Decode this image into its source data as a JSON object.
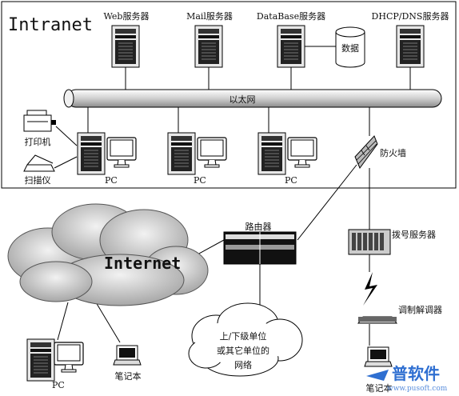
{
  "intranet": {
    "title": "Intranet",
    "ethernet_label": "以太网",
    "servers": [
      {
        "label": "Web服务器"
      },
      {
        "label": "Mail服务器"
      },
      {
        "label": "DataBase服务器"
      },
      {
        "label": "DHCP/DNS服务器"
      }
    ],
    "database_label": "数据",
    "printer_label": "打印机",
    "scanner_label": "扫描仪",
    "pcs": [
      "PC",
      "PC",
      "PC"
    ],
    "firewall_label": "防火墙"
  },
  "wan": {
    "router_label": "路由器",
    "internet_label": "Internet",
    "dialup_label": "拨号服务器",
    "modem_label": "调制解调器",
    "other_cloud_lines": [
      "上/下级单位",
      "或其它单位的",
      "网络"
    ],
    "bottom_pc_label": "PC",
    "laptop_left_label": "笔记本",
    "laptop_right_label": "笔记本"
  },
  "watermark": {
    "text": "普软件",
    "subtext": "www.pusoft.com"
  }
}
